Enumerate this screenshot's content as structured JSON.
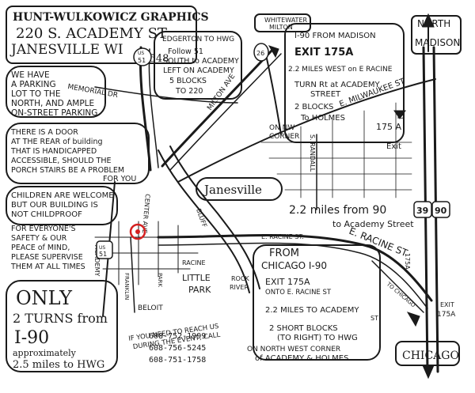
{
  "header": {
    "company": "HUNT-WULKOWICZ GRAPHICS",
    "street": "220 S. ACADEMY ST",
    "city": "JANESVILLE WI",
    "zip": "53548"
  },
  "parking_note": [
    "WE HAVE",
    "A PARKING",
    "LOT TO THE",
    "NORTH, AND AMPLE",
    "ON-STREET PARKING"
  ],
  "accessibility_note": [
    "THERE IS A DOOR",
    "AT THE REAR of building",
    "THAT IS HANDICAPPED",
    "ACCESSIBLE, SHOULD THE",
    "PORCH STAIRS BE A PROBLEM",
    "FOR YOU"
  ],
  "children_note": [
    "CHILDREN ARE WELCOME",
    "BUT OUR BUILDING IS",
    "NOT CHILDPROOF"
  ],
  "safety_note": [
    "FOR EVERYONE'S",
    "SAFETY & OUR",
    "PEACE of MIND,",
    "PLEASE SUPERVISE",
    "THEM AT ALL TIMES"
  ],
  "only_note": {
    "only": "ONLY",
    "turns": "2 TURNS from",
    "highway": "I-90",
    "approx": "approximately",
    "miles": "2.5 miles to HWG"
  },
  "edgerton_directions": [
    "EDGERTON TO HWG",
    "Follow 51",
    "SOUTH to ACADEMY",
    "LEFT ON ACADEMY",
    "5 BLOCKS",
    "TO 220"
  ],
  "madison_directions": [
    "I-90 FROM MADISON",
    "EXIT 175A",
    "2.2 MILES WEST on E RACINE",
    "TURN Rt at ACADEMY",
    "STREET",
    "2 BLOCKS",
    "To HOLMES",
    "ON NW",
    "CORNER"
  ],
  "chicago_directions": [
    "FROM",
    "CHICAGO I-90",
    "EXIT 175A",
    "ONTO E. RACINE ST",
    "2.2 MILES TO ACADEMY",
    "ST",
    "2 SHORT BLOCKS",
    "(TO RIGHT) TO HWG",
    "ON NORTH WEST CORNER",
    "of ACADEMY & HOLMES"
  ],
  "contact": {
    "intro": [
      "IF YOU NEED TO REACH US",
      "DURING THE EVENT, CALL"
    ],
    "phones": [
      "608-752-1999",
      "608-756-5245",
      "608-751-1758"
    ]
  },
  "labels": {
    "whitewater": [
      "WHITEWATER",
      "MILTON"
    ],
    "north_madison": [
      "NORTH",
      "MADISON"
    ],
    "chicago": "CHICAGO",
    "janesville": "Janesville",
    "beloit": "BELOIT",
    "little_park": [
      "LITTLE",
      "PARK"
    ],
    "rock_river": [
      "ROCK",
      "RIVER"
    ],
    "memorial_dr": "MEMORIAL DR",
    "milton_ave": "MILTON AVE",
    "milwaukee": "E. MILWAUKEE ST",
    "racine_st": "E. RACINE ST.",
    "racine_big": "E. RACINE ST",
    "randall": "S. RANDALL",
    "academy": "ACADEMY",
    "center_ave": "CENTER AVE",
    "franklin": "FRANKLIN",
    "park": "PARK",
    "racine_small": "RACINE",
    "to_175a": [
      "To",
      "175 A"
    ],
    "exit": "Exit",
    "exit_175a": [
      "EXIT",
      "175A"
    ],
    "to_chicago": "TO CHICAGO",
    "bluff": "BLUFF",
    "miles_90": [
      "2.2 miles from 90",
      "to Academy Street"
    ],
    "us51": [
      "US",
      "51"
    ],
    "us51_bot": [
      "US",
      "51"
    ],
    "i39": "39",
    "i90": "90",
    "n175": "175A",
    "st26": "26"
  },
  "colors": {
    "ink": "#1a1a1a",
    "marker": "#d42020",
    "paper": "#ffffff"
  }
}
